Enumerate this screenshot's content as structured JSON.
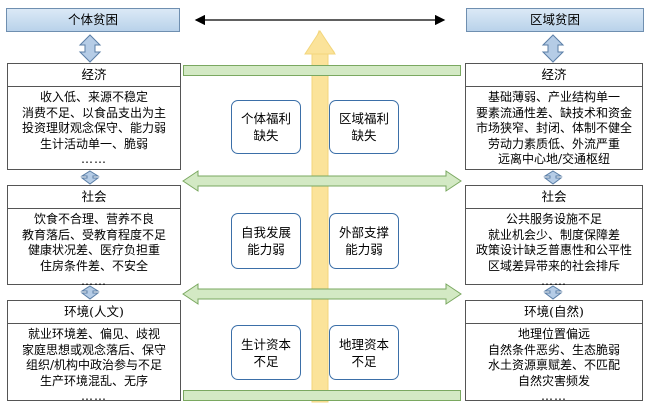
{
  "header": {
    "left_title": "个体贫困",
    "right_title": "区域贫困"
  },
  "left_panels": [
    {
      "title": "经济",
      "lines": [
        "收入低、来源不稳定",
        "消费不足、以食品支出为主",
        "投资理财观念保守、能力弱",
        "生计活动单一、脆弱",
        "……"
      ]
    },
    {
      "title": "社会",
      "lines": [
        "饮食不合理、营养不良",
        "教育落后、受教育程度不足",
        "健康状况差、医疗负担重",
        "住房条件差、不安全",
        "……"
      ]
    },
    {
      "title": "环境(人文)",
      "lines": [
        "就业环境差、偏见、歧视",
        "家庭思想或观念落后、保守",
        "组织/机构中政治参与不足",
        "生产环境混乱、无序",
        "……"
      ]
    }
  ],
  "right_panels": [
    {
      "title": "经济",
      "lines": [
        "基础薄弱、产业结构单一",
        "要素流通性差、缺技术和资金",
        "市场狭窄、封闭、体制不健全",
        "劳动力素质低、外流严重",
        "远离中心地/交通枢纽"
      ]
    },
    {
      "title": "社会",
      "lines": [
        "公共服务设施不足",
        "就业机会少、制度保障差",
        "政策设计缺乏普惠性和公平性",
        "区域差异带来的社会排斥",
        "……"
      ]
    },
    {
      "title": "环境(自然)",
      "lines": [
        "地理位置偏远",
        "自然条件恶劣、生态脆弱",
        "水土资源禀赋差、不匹配",
        "自然灾害频发",
        "……"
      ]
    }
  ],
  "center": {
    "left_boxes": [
      [
        "个体福利",
        "缺失"
      ],
      [
        "自我发展",
        "能力弱"
      ],
      [
        "生计资本",
        "不足"
      ]
    ],
    "right_boxes": [
      [
        "区域福利",
        "缺失"
      ],
      [
        "外部支撑",
        "能力弱"
      ],
      [
        "地理资本",
        "不足"
      ]
    ]
  },
  "colors": {
    "title_fill": "#c6dbef",
    "green": "#d3e9c4",
    "blue_box": "#3b6fa8",
    "up_arrow": "#fbe39a"
  }
}
